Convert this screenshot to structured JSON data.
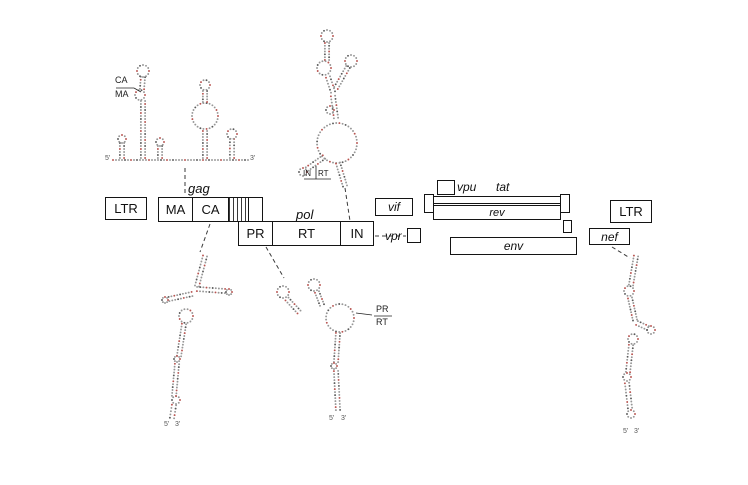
{
  "figure": {
    "genome": {
      "ltr_left": "LTR",
      "ltr_right": "LTR",
      "gag": "gag",
      "ma": "MA",
      "ca": "CA",
      "pol": "pol",
      "pr": "PR",
      "rt": "RT",
      "in": "IN",
      "vif": "vif",
      "vpu": "vpu",
      "vpr": "vpr",
      "tat": "tat",
      "rev": "rev",
      "env": "env",
      "nef": "nef"
    },
    "annotations": {
      "ca": "CA",
      "ma": "MA",
      "in": "IN",
      "rt": "RT",
      "pr": "PR",
      "five_prime": "5'",
      "three_prime": "3'"
    }
  }
}
